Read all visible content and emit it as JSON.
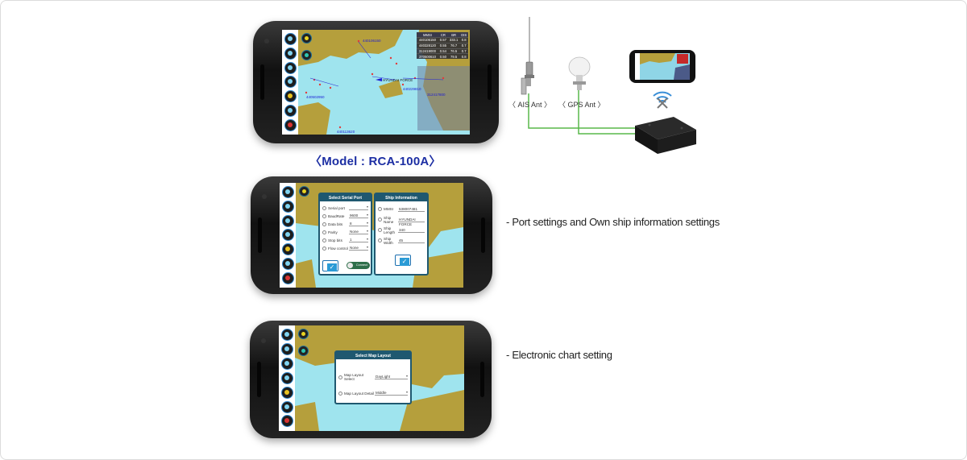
{
  "model_caption": "〈Model : RCA-100A〉",
  "desc_port": "- Port settings and Own ship information settings",
  "desc_chart": "- Electronic chart setting",
  "antennas": {
    "ais_label": "〈 AIS Ant 〉",
    "gps_label": "〈 GPS Ant 〉"
  },
  "map1": {
    "ais_table": {
      "headers": [
        "MMSI",
        "CR",
        "BR",
        "DIS"
      ],
      "rows": [
        [
          "440106150",
          "0.57",
          "333.1",
          "0.8"
        ],
        [
          "440328120",
          "0.55",
          "76.7",
          "0.7"
        ],
        [
          "312419000",
          "0.54",
          "76.5",
          "0.7"
        ],
        [
          "370500610",
          "0.50",
          "79.5",
          "0.8"
        ]
      ]
    },
    "labels": {
      "t1": "440106150",
      "t2": "HYUNDAI FORCE",
      "t3": "440229810",
      "t4": "440113620",
      "t5": "440502950",
      "t6": "312417800"
    }
  },
  "serial_dialog": {
    "title": "Select Serial Port",
    "rows": [
      {
        "label": "Serial port",
        "value": ""
      },
      {
        "label": "BaudRate",
        "value": "9600"
      },
      {
        "label": "Data bits",
        "value": "8"
      },
      {
        "label": "Parity",
        "value": "None"
      },
      {
        "label": "Stop bits",
        "value": "1"
      },
      {
        "label": "Flow control",
        "value": "None"
      }
    ],
    "connect_label": "Connect"
  },
  "ship_dialog": {
    "title": "Ship Information",
    "rows": [
      {
        "label": "MMSI",
        "value": "538007481"
      },
      {
        "label": "Ship Name",
        "value": "HYUNDAI FORCE"
      },
      {
        "label": "Ship Length",
        "value": "340"
      },
      {
        "label": "Ship Width",
        "value": "45"
      }
    ]
  },
  "layout_dialog": {
    "title": "Select Map Layout",
    "rows": [
      {
        "label": "Map Layout Select",
        "value": "DayLight"
      },
      {
        "label": "Map Layout Detail",
        "value": "Middle"
      }
    ]
  },
  "sidebar_icons": [
    "compass-icon",
    "user-icon",
    "anchor-icon",
    "ship-icon",
    "route-icon",
    "settings-icon",
    "record-icon"
  ],
  "colors": {
    "land": "#b59f3c",
    "water": "#9fe4ee",
    "accent": "#1c2ea3",
    "dialog_header": "#1f5870",
    "cable": "#59b84a"
  }
}
